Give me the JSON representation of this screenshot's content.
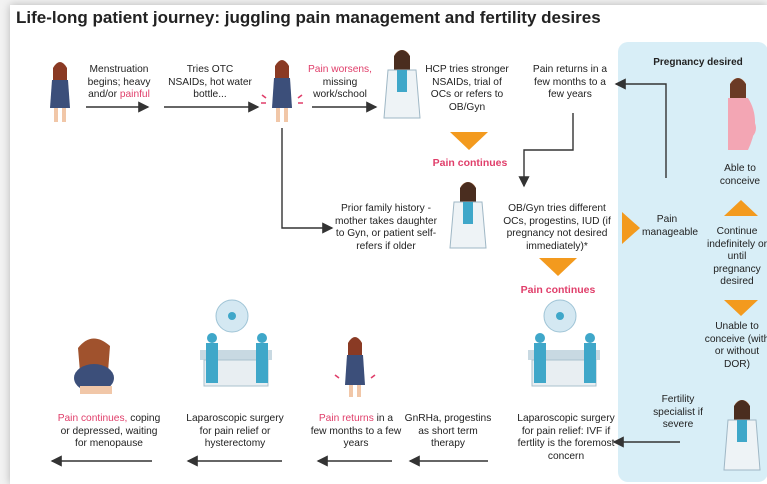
{
  "title": "Life-long patient journey: juggling pain management and fertility desires",
  "steps": {
    "s1": {
      "text": "Menstruation begins; heavy and/or",
      "highlight": "painful"
    },
    "s2": {
      "text": "Tries OTC NSAIDs, hot water bottle..."
    },
    "s3": {
      "highlight": "Pain worsens,",
      "text": "missing work/school"
    },
    "s4": {
      "text": "HCP tries stronger NSAIDs, trial of OCs or refers to OB/Gyn"
    },
    "s5": {
      "text": "Pain returns in a few months to a few years"
    },
    "pain_continues_1": "Pain continues",
    "family": {
      "text": "Prior family history - mother takes daughter to Gyn, or patient self-refers if older"
    },
    "obgyn": {
      "text": "OB/Gyn tries different OCs, progestins, IUD (if pregnancy not desired immediately)*"
    },
    "manageable": "Pain manageable",
    "pain_continues_2": "Pain continues",
    "lap1": {
      "text": "Laparoscopic surgery for pain relief: IVF if fertlity is the foremost concern"
    },
    "gnrha": {
      "text": "GnRHa, progestins as short term therapy"
    },
    "returns": {
      "highlight": "Pain returns",
      "text": "in a few months to a few years"
    },
    "lap2": {
      "text": "Laparoscopic surgery for pain relief or hysterectomy"
    },
    "final": {
      "highlight": "Pain continues,",
      "text": "coping or depressed, waiting for menopause"
    }
  },
  "panel": {
    "title": "Pregnancy desired",
    "able": "Able to conceive",
    "continue": "Continue indefinitely or until pregnancy desired",
    "unable": "Unable to conceive (with or without DOR)",
    "specialist": "Fertility specialist if severe"
  },
  "colors": {
    "accent": "#e03e6a",
    "orange": "#f39a1e",
    "panel": "#d8eef7",
    "teal": "#3fa7c9"
  }
}
